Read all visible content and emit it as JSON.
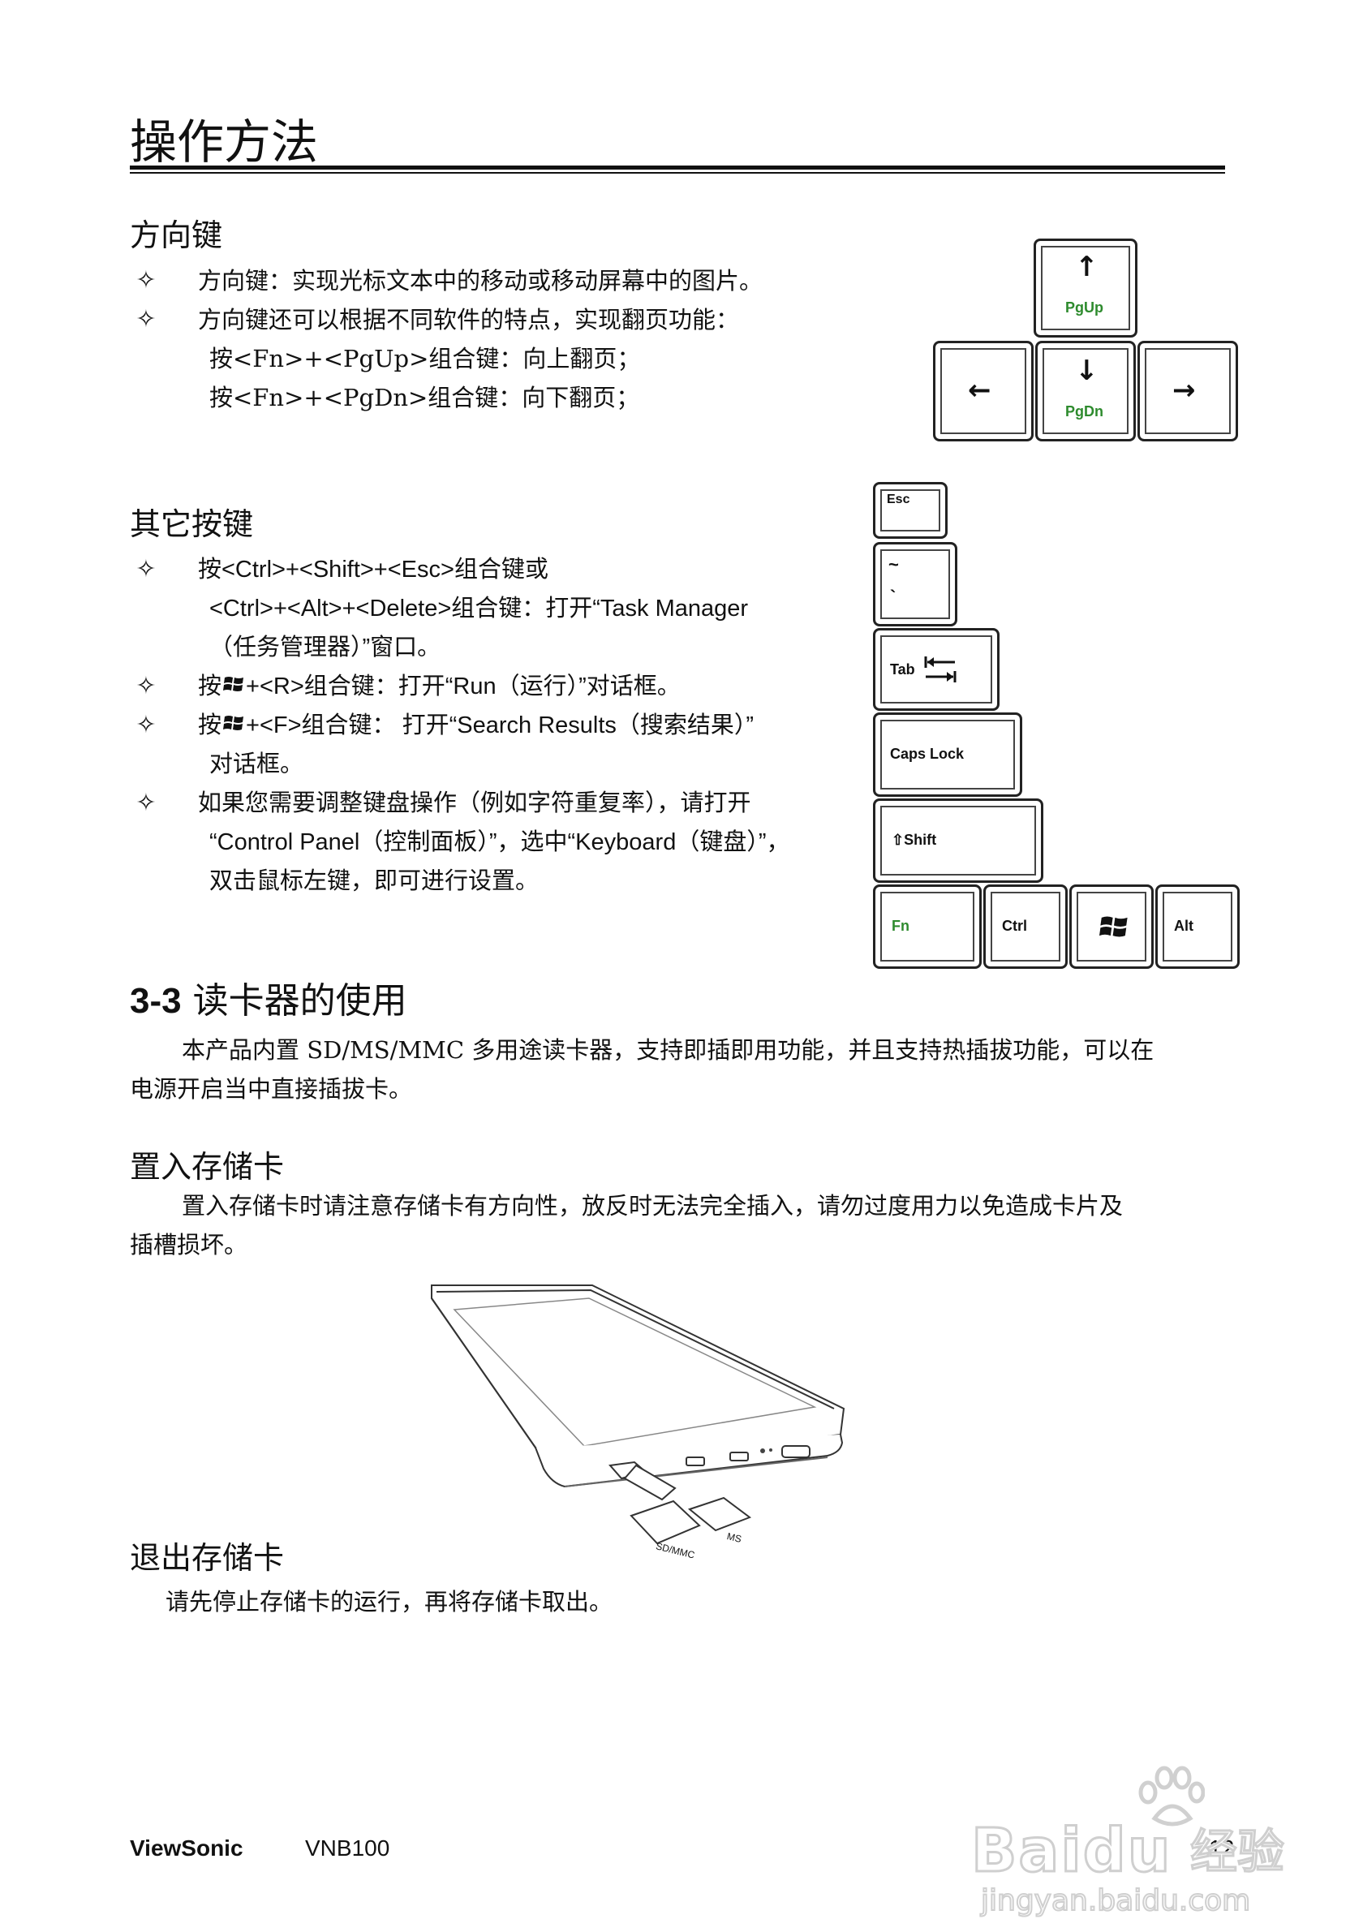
{
  "page_title": "操作方法",
  "arrow_section": {
    "heading": "方向键",
    "bullets": [
      "方向键：实现光标文本中的移动或移动屏幕中的图片。",
      "方向键还可以根据不同软件的特点，实现翻页功能："
    ],
    "sub_lines": [
      "按<Fn>+<PgUp>组合键：向上翻页；",
      "按<Fn>+<PgDn>组合键：向下翻页；"
    ],
    "keys": {
      "pgup": "PgUp",
      "pgdn": "PgDn"
    }
  },
  "other_keys": {
    "heading": "其它按键",
    "items": [
      {
        "text": "按<Ctrl>+<Shift>+<Esc>组合键或",
        "cont": [
          "<Ctrl>+<Alt>+<Delete>组合键：打开“Task Manager",
          "（任务管理器）”窗口。"
        ]
      },
      {
        "pre": "按",
        "post": "+<R>组合键：打开“Run（运行）”对话框。"
      },
      {
        "pre": "按",
        "post": "+<F>组合键： 打开“Search Results（搜索结果）”",
        "cont": [
          "对话框。"
        ]
      },
      {
        "text": "如果您需要调整键盘操作（例如字符重复率），请打开",
        "cont": [
          "“Control Panel（控制面板）”，选中“Keyboard（键盘）”，",
          "双击鼠标左键，即可进行设置。"
        ]
      }
    ],
    "keys": {
      "esc": "Esc",
      "tilde": "~",
      "backtick": "`",
      "tab": "Tab",
      "caps": "Caps Lock",
      "shift": "Shift",
      "fn": "Fn",
      "ctrl": "Ctrl",
      "alt": "Alt"
    }
  },
  "card_reader": {
    "number": "3-3",
    "title": "读卡器的使用",
    "intro": [
      "本产品内置 SD/MS/MMC 多用途读卡器，支持即插即用功能，并且支持热插拔功能，可以在",
      "电源开启当中直接插拔卡。"
    ],
    "insert_heading": "置入存储卡",
    "insert_text": [
      "置入存储卡时请注意存储卡有方向性，放反时无法完全插入，请勿过度用力以免造成卡片及",
      "插槽损坏。"
    ],
    "card_labels": [
      "SD/MMC",
      "MS"
    ],
    "eject_heading": "退出存储卡",
    "eject_text": "请先停止存储卡的运行，再将存储卡取出。"
  },
  "footer": {
    "brand": "ViewSonic",
    "model": "VNB100",
    "page": "12"
  },
  "watermark": {
    "logo": "Bai",
    "logo_tail": "du",
    "logo_cn": "经验",
    "url": "jingyan.baidu.com"
  },
  "colors": {
    "key_green": "#2e8b2e",
    "text": "#111111"
  }
}
